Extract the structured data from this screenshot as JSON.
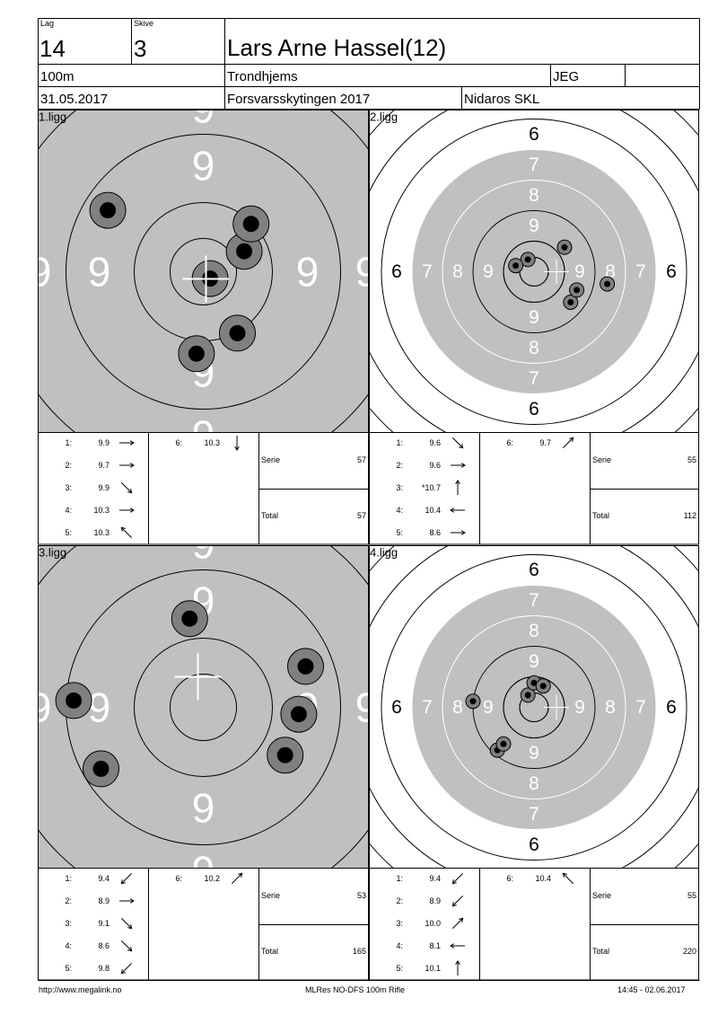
{
  "header": {
    "lag_label": "Lag",
    "lag_value": "14",
    "skive_label": "Skive",
    "skive_value": "3",
    "shooter_name": "Lars Arne Hassel(12)",
    "distance": "100m",
    "club": "Trondhjems",
    "class": "JEG",
    "date": "31.05.2017",
    "event": "Forsvarsskytingen 2017",
    "association": "Nidaros SKL"
  },
  "panels": [
    {
      "label": "1.ligg",
      "target_type": "zoomed",
      "shots": [
        {
          "num": "1:",
          "value": "9.9",
          "arrow": "east",
          "dx": -1.4,
          "dy": -0.9
        },
        {
          "num": "2:",
          "value": "9.7",
          "arrow": "east",
          "dx": -0.1,
          "dy": 1.2
        },
        {
          "num": "3:",
          "value": "9.9",
          "arrow": "southeast",
          "dx": 0.5,
          "dy": 0.9
        },
        {
          "num": "4:",
          "value": "10.3",
          "arrow": "east",
          "dx": 0.6,
          "dy": -0.3
        },
        {
          "num": "5:",
          "value": "10.3",
          "arrow": "northwest",
          "dx": 0.7,
          "dy": -0.7
        },
        {
          "num": "6:",
          "value": "10.3",
          "arrow": "south",
          "dx": 0.1,
          "dy": 0.1
        }
      ],
      "serie_label": "Serie",
      "serie": "57",
      "total_label": "Total",
      "total": "57"
    },
    {
      "label": "2.ligg",
      "target_type": "full",
      "shots": [
        {
          "num": "1:",
          "value": "9.6",
          "arrow": "southeast",
          "dx": 0.6,
          "dy": 0.5
        },
        {
          "num": "2:",
          "value": "9.6",
          "arrow": "east",
          "dx": 0.7,
          "dy": 0.3
        },
        {
          "num": "3:",
          "value": "*10.7",
          "arrow": "north",
          "dx": -0.1,
          "dy": -0.2
        },
        {
          "num": "4:",
          "value": "10.4",
          "arrow": "west",
          "dx": -0.3,
          "dy": -0.1
        },
        {
          "num": "5:",
          "value": "8.6",
          "arrow": "east",
          "dx": 1.2,
          "dy": 0.2
        },
        {
          "num": "6:",
          "value": "9.7",
          "arrow": "northeast",
          "dx": 0.5,
          "dy": -0.4
        }
      ],
      "serie_label": "Serie",
      "serie": "55",
      "total_label": "Total",
      "total": "112"
    },
    {
      "label": "3.ligg",
      "target_type": "zoomed",
      "shots": [
        {
          "num": "1:",
          "value": "9.4",
          "arrow": "southwest",
          "dx": -1.9,
          "dy": -0.1
        },
        {
          "num": "2:",
          "value": "8.9",
          "arrow": "east",
          "dx": 1.4,
          "dy": 0.1
        },
        {
          "num": "3:",
          "value": "9.1",
          "arrow": "southeast",
          "dx": 1.2,
          "dy": 0.7
        },
        {
          "num": "4:",
          "value": "8.6",
          "arrow": "southeast",
          "dx": 1.5,
          "dy": -0.6
        },
        {
          "num": "5:",
          "value": "9.8",
          "arrow": "southwest",
          "dx": -1.5,
          "dy": 0.9
        },
        {
          "num": "6:",
          "value": "10.2",
          "arrow": "northeast",
          "dx": -0.2,
          "dy": -1.3
        }
      ],
      "serie_label": "Serie",
      "serie": "53",
      "total_label": "Total",
      "total": "165"
    },
    {
      "label": "4.ligg",
      "target_type": "full",
      "shots": [
        {
          "num": "1:",
          "value": "9.4",
          "arrow": "southwest",
          "dx": -0.6,
          "dy": 0.7
        },
        {
          "num": "2:",
          "value": "8.9",
          "arrow": "southwest",
          "dx": -1.0,
          "dy": -0.1
        },
        {
          "num": "3:",
          "value": "10.0",
          "arrow": "northeast",
          "dx": -0.1,
          "dy": -0.2
        },
        {
          "num": "4:",
          "value": "8.1",
          "arrow": "west",
          "dx": -0.5,
          "dy": 0.6
        },
        {
          "num": "5:",
          "value": "10.1",
          "arrow": "north",
          "dx": 0.0,
          "dy": -0.4
        },
        {
          "num": "6:",
          "value": "10.4",
          "arrow": "northwest",
          "dx": 0.15,
          "dy": -0.35
        }
      ],
      "serie_label": "Serie",
      "serie": "55",
      "total_label": "Total",
      "total": "220"
    }
  ],
  "ring_labels": {
    "zoomed": "9",
    "full": [
      "6",
      "7",
      "8",
      "9"
    ]
  },
  "footer": {
    "url": "http://www.megalink.no",
    "program": "MLRes NO-DFS 100m Rifle",
    "timestamp": "14:45 - 02.06.2017"
  },
  "colors": {
    "target_gray": "#c0c0c0",
    "shot_ring": "#808080",
    "shot_core": "#000000",
    "line": "#000000"
  }
}
